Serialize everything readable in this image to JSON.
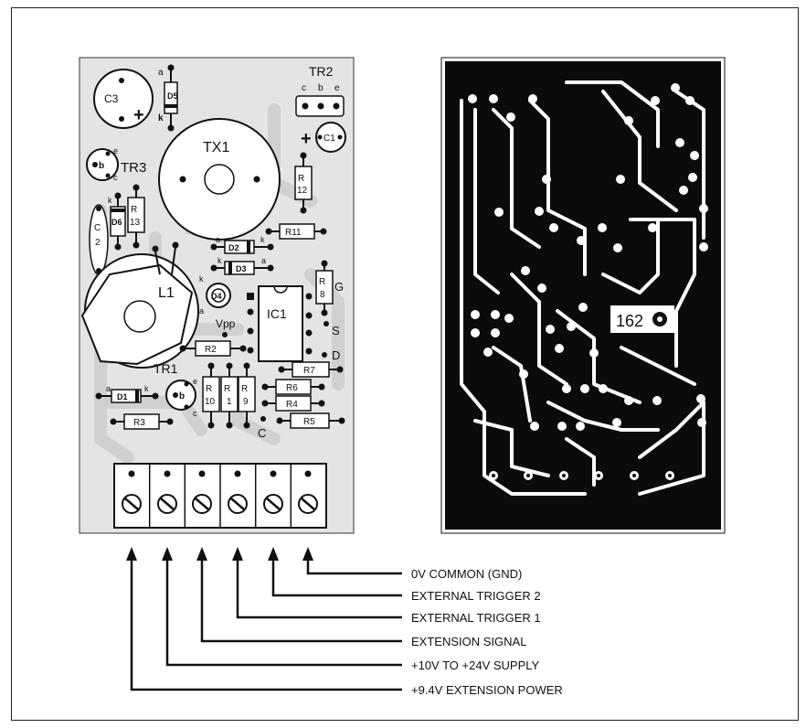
{
  "component_overlay": {
    "components": {
      "c3": "C3",
      "c3_polarity": "+",
      "d5": "D5",
      "d5_a": "a",
      "d5_k": "k",
      "tr2": "TR2",
      "tr2_c": "c",
      "tr2_b": "b",
      "tr2_e": "e",
      "c1": "C1",
      "c1_polarity": "+",
      "tx1": "TX1",
      "tr3": "TR3",
      "tr3_e": "e",
      "tr3_b": "b",
      "tr3_c": "c",
      "r12_a": "R",
      "r12_b": "12",
      "r13_a": "R",
      "r13_b": "13",
      "d6": "D6",
      "d6_k": "k",
      "c2_a": "C",
      "c2_b": "2",
      "r11": "R11",
      "d2": "D2",
      "d2_a": "a",
      "d2_k": "k",
      "d3": "D3",
      "d3_k": "k",
      "d3_a": "a",
      "l1": "L1",
      "d4": "D4",
      "d4_k": "k",
      "d4_a": "a",
      "ic1": "IC1",
      "r8_a": "R",
      "r8_b": "8",
      "g": "G",
      "s": "S",
      "d": "D",
      "vpp": "Vpp",
      "r2": "R2",
      "tr1": "TR1",
      "tr1_e": "e",
      "tr1_b": "b",
      "tr1_c": "c",
      "d1": "D1",
      "d1_a": "a",
      "d1_k": "k",
      "r3": "R3",
      "r10_a": "R",
      "r10_b": "10",
      "r1_a": "R",
      "r1_b": "1",
      "r9_a": "R",
      "r9_b": "9",
      "r7": "R7",
      "r6": "R6",
      "r4": "R4",
      "r5": "R5",
      "c_label": "C"
    }
  },
  "pcb_pattern": {
    "board_number": "162"
  },
  "connections": {
    "labels": [
      "0V COMMON (GND)",
      "EXTERNAL TRIGGER 2",
      "EXTERNAL TRIGGER 1",
      "EXTENSION SIGNAL",
      "+10V TO +24V SUPPLY",
      "+9.4V EXTENSION POWER"
    ]
  }
}
